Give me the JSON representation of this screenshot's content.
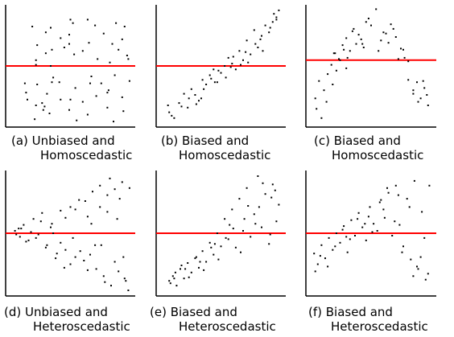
{
  "colors": {
    "background": "#ffffff",
    "axis": "#000000",
    "point": "#000000",
    "reference_line": "#ff0000"
  },
  "chart_data": [
    {
      "type": "scatter",
      "id": "a",
      "caption": [
        "(a) Unbiased and",
        "Homoscedastic"
      ],
      "x": [
        0.13,
        0.19,
        0.22,
        0.23,
        0.22,
        0.3,
        0.34,
        0.35,
        0.3,
        0.34,
        0.42,
        0.49,
        0.52,
        0.45,
        0.5,
        0.53,
        0.49,
        0.6,
        0.64,
        0.7,
        0.65,
        0.72,
        0.77,
        0.82,
        0.87,
        0.84,
        0.89,
        0.94,
        0.96,
        0.92,
        0.97,
        0.14,
        0.21,
        0.27,
        0.23,
        0.29,
        0.36,
        0.31,
        0.33,
        0.41,
        0.42,
        0.49,
        0.54,
        0.55,
        0.6,
        0.67,
        0.64,
        0.71,
        0.75,
        0.8,
        0.85,
        0.81,
        0.86,
        0.93,
        0.92,
        0.98,
        0.22,
        0.35,
        0.5,
        0.66,
        0.8,
        0.15,
        0.28
      ],
      "y": [
        0.35,
        0.84,
        0.55,
        0.68,
        0.51,
        0.61,
        0.83,
        0.64,
        0.79,
        0.5,
        0.74,
        0.69,
        0.87,
        0.66,
        0.9,
        0.6,
        0.77,
        0.63,
        0.9,
        0.85,
        0.7,
        0.56,
        0.78,
        0.53,
        0.87,
        0.69,
        0.64,
        0.84,
        0.59,
        0.73,
        0.56,
        0.27,
        0.04,
        0.18,
        0.34,
        0.15,
        0.4,
        0.26,
        0.09,
        0.36,
        0.21,
        0.12,
        0.31,
        0.03,
        0.19,
        0.41,
        0.08,
        0.24,
        0.35,
        0.14,
        0.02,
        0.29,
        0.42,
        0.11,
        0.23,
        0.37,
        0.16,
        0.36,
        0.21,
        0.35,
        0.27,
        0.21,
        0.12
      ],
      "reference_y": 0.5
    },
    {
      "type": "scatter",
      "id": "b",
      "caption": [
        "(b) Biased and",
        "Homoscedastic"
      ],
      "x": [
        0.08,
        0.12,
        0.16,
        0.2,
        0.23,
        0.26,
        0.29,
        0.32,
        0.35,
        0.38,
        0.41,
        0.44,
        0.47,
        0.5,
        0.53,
        0.56,
        0.59,
        0.62,
        0.65,
        0.68,
        0.71,
        0.74,
        0.77,
        0.8,
        0.83,
        0.86,
        0.89,
        0.92,
        0.95,
        0.97,
        0.1,
        0.18,
        0.24,
        0.3,
        0.36,
        0.42,
        0.48,
        0.54,
        0.6,
        0.66,
        0.72,
        0.78,
        0.84,
        0.9,
        0.95,
        0.07,
        0.34,
        0.45,
        0.58,
        0.7,
        0.82,
        0.93
      ],
      "y": [
        0.1,
        0.05,
        0.18,
        0.26,
        0.14,
        0.3,
        0.25,
        0.2,
        0.38,
        0.34,
        0.42,
        0.47,
        0.36,
        0.44,
        0.5,
        0.57,
        0.52,
        0.47,
        0.63,
        0.55,
        0.72,
        0.6,
        0.81,
        0.66,
        0.76,
        0.85,
        0.79,
        0.88,
        0.92,
        0.98,
        0.07,
        0.15,
        0.22,
        0.17,
        0.3,
        0.39,
        0.46,
        0.4,
        0.58,
        0.51,
        0.53,
        0.69,
        0.63,
        0.83,
        0.9,
        0.16,
        0.22,
        0.36,
        0.49,
        0.62,
        0.73,
        0.95
      ],
      "reference_y": 0.5
    },
    {
      "type": "scatter",
      "id": "c",
      "caption": [
        "(c) Biased and",
        "Homoscedastic"
      ],
      "x": [
        0.05,
        0.08,
        0.12,
        0.15,
        0.18,
        0.21,
        0.24,
        0.27,
        0.3,
        0.33,
        0.36,
        0.4,
        0.43,
        0.46,
        0.5,
        0.54,
        0.58,
        0.62,
        0.66,
        0.7,
        0.74,
        0.77,
        0.8,
        0.84,
        0.87,
        0.9,
        0.93,
        0.96,
        0.06,
        0.1,
        0.14,
        0.19,
        0.22,
        0.25,
        0.28,
        0.31,
        0.35,
        0.38,
        0.44,
        0.48,
        0.56,
        0.6,
        0.68,
        0.72,
        0.8,
        0.84,
        0.88,
        0.92,
        0.95,
        0.2,
        0.3,
        0.42,
        0.64,
        0.76
      ],
      "y": [
        0.22,
        0.37,
        0.29,
        0.43,
        0.51,
        0.61,
        0.56,
        0.68,
        0.74,
        0.63,
        0.82,
        0.77,
        0.69,
        0.88,
        0.85,
        0.99,
        0.72,
        0.78,
        0.86,
        0.75,
        0.65,
        0.57,
        0.38,
        0.29,
        0.36,
        0.22,
        0.31,
        0.16,
        0.13,
        0.05,
        0.19,
        0.34,
        0.46,
        0.55,
        0.64,
        0.57,
        0.8,
        0.69,
        0.66,
        0.91,
        0.63,
        0.79,
        0.82,
        0.56,
        0.54,
        0.26,
        0.19,
        0.37,
        0.25,
        0.61,
        0.48,
        0.73,
        0.7,
        0.64
      ],
      "reference_y": 0.55
    },
    {
      "type": "scatter",
      "id": "d",
      "caption": [
        "(d) Unbiased and",
        "Heteroscedastic"
      ],
      "x": [
        0.05,
        0.09,
        0.12,
        0.16,
        0.2,
        0.24,
        0.27,
        0.31,
        0.35,
        0.39,
        0.42,
        0.46,
        0.5,
        0.54,
        0.57,
        0.61,
        0.64,
        0.68,
        0.71,
        0.74,
        0.77,
        0.8,
        0.83,
        0.86,
        0.89,
        0.92,
        0.95,
        0.97,
        0.06,
        0.1,
        0.14,
        0.18,
        0.22,
        0.26,
        0.3,
        0.34,
        0.38,
        0.42,
        0.46,
        0.5,
        0.54,
        0.58,
        0.62,
        0.66,
        0.7,
        0.74,
        0.78,
        0.82,
        0.86,
        0.9,
        0.94,
        0.98,
        0.08,
        0.36,
        0.52,
        0.67,
        0.8,
        0.93,
        0.75,
        0.88,
        0.64,
        0.45
      ],
      "y": [
        0.52,
        0.47,
        0.57,
        0.44,
        0.62,
        0.49,
        0.67,
        0.4,
        0.58,
        0.33,
        0.69,
        0.36,
        0.72,
        0.3,
        0.78,
        0.27,
        0.64,
        0.85,
        0.2,
        0.9,
        0.14,
        0.82,
        0.06,
        0.87,
        0.18,
        0.93,
        0.1,
        0.02,
        0.49,
        0.54,
        0.43,
        0.51,
        0.46,
        0.6,
        0.38,
        0.55,
        0.29,
        0.42,
        0.63,
        0.24,
        0.7,
        0.35,
        0.77,
        0.32,
        0.4,
        0.72,
        0.09,
        0.96,
        0.26,
        0.79,
        0.12,
        0.88,
        0.54,
        0.5,
        0.46,
        0.58,
        0.68,
        0.3,
        0.4,
        0.62,
        0.19,
        0.21
      ],
      "reference_y": 0.5
    },
    {
      "type": "scatter",
      "id": "e",
      "caption": [
        "(e) Biased and",
        "Heteroscedastic"
      ],
      "x": [
        0.08,
        0.11,
        0.14,
        0.17,
        0.2,
        0.23,
        0.26,
        0.29,
        0.32,
        0.35,
        0.38,
        0.41,
        0.44,
        0.47,
        0.5,
        0.53,
        0.56,
        0.59,
        0.62,
        0.65,
        0.68,
        0.71,
        0.74,
        0.77,
        0.8,
        0.83,
        0.86,
        0.89,
        0.92,
        0.95,
        0.97,
        0.09,
        0.13,
        0.18,
        0.24,
        0.3,
        0.36,
        0.42,
        0.48,
        0.54,
        0.6,
        0.66,
        0.72,
        0.78,
        0.84,
        0.9,
        0.94,
        0.12,
        0.21,
        0.33,
        0.45,
        0.57,
        0.69,
        0.81,
        0.91
      ],
      "y": [
        0.1,
        0.14,
        0.06,
        0.2,
        0.12,
        0.25,
        0.17,
        0.29,
        0.21,
        0.35,
        0.26,
        0.42,
        0.32,
        0.5,
        0.39,
        0.62,
        0.45,
        0.7,
        0.38,
        0.79,
        0.52,
        0.88,
        0.47,
        0.66,
        0.98,
        0.55,
        0.83,
        0.41,
        0.91,
        0.6,
        0.74,
        0.08,
        0.17,
        0.23,
        0.13,
        0.3,
        0.19,
        0.38,
        0.28,
        0.46,
        0.54,
        0.34,
        0.73,
        0.58,
        0.92,
        0.49,
        0.86,
        0.12,
        0.2,
        0.26,
        0.41,
        0.57,
        0.62,
        0.72,
        0.8
      ],
      "reference_y": 0.5
    },
    {
      "type": "scatter",
      "id": "f",
      "caption": [
        "(f) Biased and",
        "Heteroscedastic"
      ],
      "x": [
        0.04,
        0.07,
        0.1,
        0.13,
        0.16,
        0.19,
        0.22,
        0.25,
        0.28,
        0.31,
        0.34,
        0.37,
        0.4,
        0.43,
        0.46,
        0.49,
        0.52,
        0.55,
        0.58,
        0.61,
        0.64,
        0.67,
        0.7,
        0.73,
        0.76,
        0.79,
        0.82,
        0.85,
        0.88,
        0.91,
        0.94,
        0.97,
        0.05,
        0.09,
        0.15,
        0.21,
        0.27,
        0.33,
        0.39,
        0.45,
        0.51,
        0.57,
        0.63,
        0.69,
        0.75,
        0.81,
        0.87,
        0.93,
        0.96,
        0.3,
        0.48,
        0.6,
        0.72,
        0.84,
        0.9
      ],
      "y": [
        0.33,
        0.24,
        0.4,
        0.29,
        0.46,
        0.36,
        0.5,
        0.42,
        0.56,
        0.34,
        0.61,
        0.48,
        0.67,
        0.55,
        0.44,
        0.72,
        0.58,
        0.52,
        0.78,
        0.63,
        0.84,
        0.48,
        0.9,
        0.57,
        0.39,
        0.79,
        0.28,
        0.94,
        0.2,
        0.68,
        0.11,
        0.9,
        0.18,
        0.31,
        0.22,
        0.39,
        0.53,
        0.45,
        0.62,
        0.58,
        0.51,
        0.76,
        0.88,
        0.6,
        0.34,
        0.72,
        0.22,
        0.46,
        0.16,
        0.47,
        0.64,
        0.7,
        0.82,
        0.14,
        0.3
      ],
      "reference_y": 0.5
    }
  ]
}
